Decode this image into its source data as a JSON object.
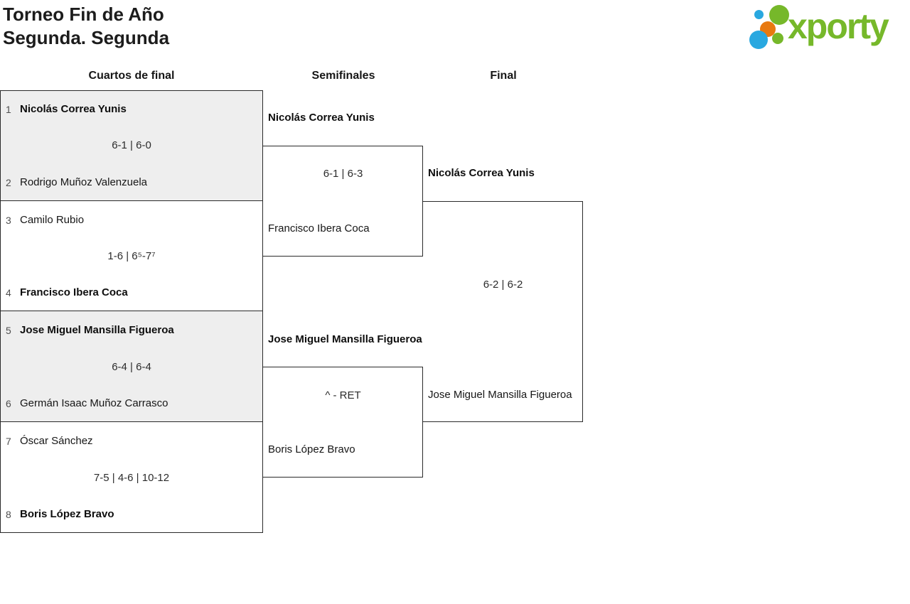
{
  "page": {
    "title_line1": "Torneo Fin de Año",
    "title_line2": "Segunda. Segunda"
  },
  "logo": {
    "wordmark": "xporty",
    "colors": {
      "green": "#76B82A",
      "blue": "#29A8E0",
      "orange": "#E8790F"
    }
  },
  "rounds": {
    "quarterfinals_label": "Cuartos de final",
    "semifinals_label": "Semifinales",
    "final_label": "Final"
  },
  "matches": {
    "qf1": {
      "seed1": "1",
      "player1": "Nicolás Correa Yunis",
      "score": "6-1 | 6-0",
      "seed2": "2",
      "player2": "Rodrigo Muñoz Valenzuela"
    },
    "qf2": {
      "seed1": "3",
      "player1": "Camilo Rubio",
      "score": "1-6 | 6⁵-7⁷",
      "seed2": "4",
      "player2": "Francisco Ibera Coca"
    },
    "qf3": {
      "seed1": "5",
      "player1": "Jose Miguel Mansilla Figueroa",
      "score": "6-4 | 6-4",
      "seed2": "6",
      "player2": "Germán Isaac Muñoz Carrasco"
    },
    "qf4": {
      "seed1": "7",
      "player1": "Óscar Sánchez",
      "score": "7-5 | 4-6 | 10-12",
      "seed2": "8",
      "player2": "Boris López Bravo"
    },
    "sf1": {
      "player1": "Nicolás Correa Yunis",
      "score": "6-1 | 6-3",
      "player2": "Francisco Ibera Coca"
    },
    "sf2": {
      "player1": "Jose Miguel Mansilla Figueroa",
      "score": "^ - RET",
      "player2": "Boris López Bravo"
    },
    "final": {
      "player1": "Nicolás Correa Yunis",
      "score": "6-2 | 6-2",
      "player2": "Jose Miguel Mansilla Figueroa"
    }
  }
}
